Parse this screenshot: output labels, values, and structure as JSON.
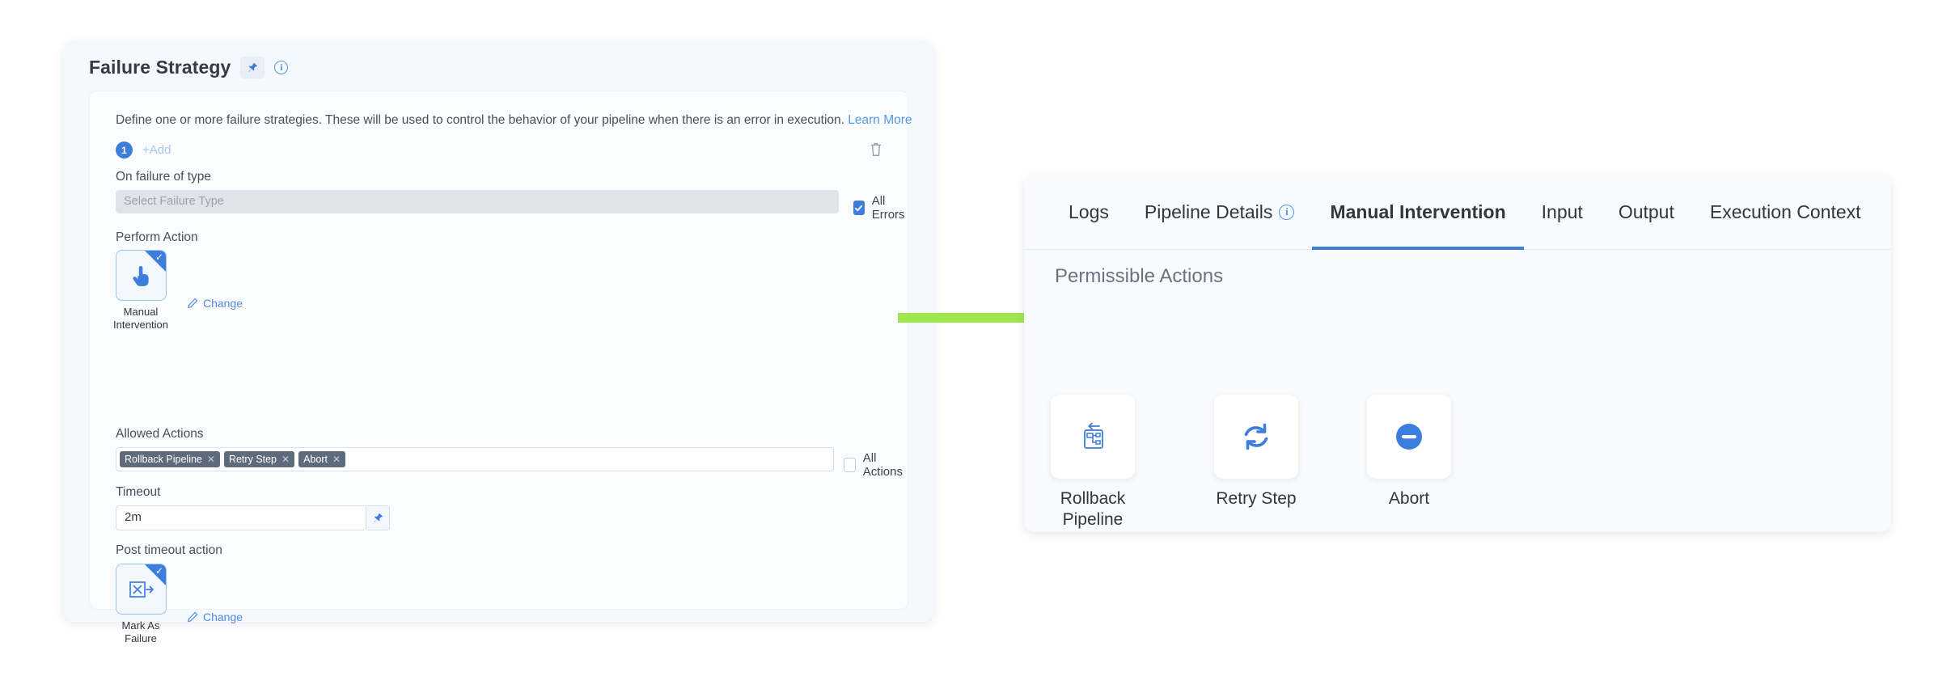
{
  "left_panel": {
    "title": "Failure Strategy",
    "pin_icon": "pin-icon",
    "info_icon": "info-circle-icon",
    "description": "Define one or more failure strategies. These will be used to control the behavior of your pipeline when there is an error in execution.",
    "learn_more": "Learn More",
    "strategy_index": "1",
    "add_label": "+Add",
    "delete_icon": "trash-icon",
    "on_failure_of_type": {
      "label": "On failure of type",
      "placeholder": "Select Failure Type",
      "value": "",
      "checkbox_label": "All Errors",
      "checked": true
    },
    "perform_action": {
      "label": "Perform Action",
      "selected_icon": "pointing-hand-icon",
      "selected_label": "Manual\nIntervention",
      "selected_label_line1": "Manual",
      "selected_label_line2": "Intervention",
      "change_label": "Change",
      "change_icon": "pencil-icon",
      "selected_badge_icon": "check-icon"
    },
    "allowed_actions": {
      "label": "Allowed Actions",
      "chips": [
        "Rollback Pipeline",
        "Retry Step",
        "Abort"
      ],
      "chip_remove_icon": "close-x-icon",
      "checkbox_label": "All Actions",
      "checked": false
    },
    "timeout": {
      "label": "Timeout",
      "value": "2m",
      "pin_icon": "pin-icon"
    },
    "post_timeout_action": {
      "label": "Post timeout action",
      "selected_icon": "mark-as-failure-icon",
      "selected_label_line1": "Mark As",
      "selected_label_line2": "Failure",
      "change_label": "Change",
      "change_icon": "pencil-icon",
      "selected_badge_icon": "check-icon"
    }
  },
  "arrow": {
    "name": "green-arrow",
    "color": "#9ee84e"
  },
  "right_panel": {
    "tabs": [
      {
        "label": "Logs",
        "active": false,
        "info": false
      },
      {
        "label": "Pipeline Details",
        "active": false,
        "info": true
      },
      {
        "label": "Manual Intervention",
        "active": true,
        "info": false
      },
      {
        "label": "Input",
        "active": false,
        "info": false
      },
      {
        "label": "Output",
        "active": false,
        "info": false
      },
      {
        "label": "Execution Context",
        "active": false,
        "info": false
      }
    ],
    "section_title": "Permissible Actions",
    "actions": [
      {
        "label_line1": "Rollback",
        "label_line2": "Pipeline",
        "icon": "rollback-pipeline-icon"
      },
      {
        "label_line1": "Retry Step",
        "label_line2": "",
        "icon": "retry-refresh-icon"
      },
      {
        "label_line1": "Abort",
        "label_line2": "",
        "icon": "abort-minus-circle-icon"
      }
    ]
  },
  "colors": {
    "accent_blue": "#3d7ddc",
    "chip_slate": "#5d6b7c",
    "arrow_green": "#9ee84e",
    "card_bg": "#f3f9fd"
  }
}
